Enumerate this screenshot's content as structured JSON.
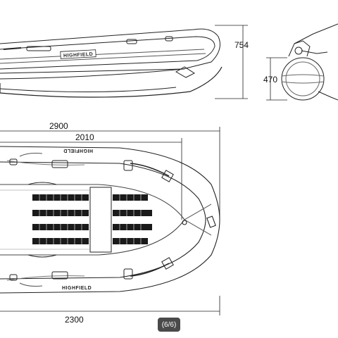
{
  "dimensions": {
    "side_height": "754",
    "front_height": "470",
    "overall_length": "2900",
    "inner_length": "2010",
    "hull_length": "2300"
  },
  "brand": {
    "side_label": "HIGHFIELD",
    "top_label_upper": "HIGHFIELD",
    "top_label_lower": "HIGHFIELD"
  },
  "gallery": {
    "counter": "(6/6)"
  }
}
